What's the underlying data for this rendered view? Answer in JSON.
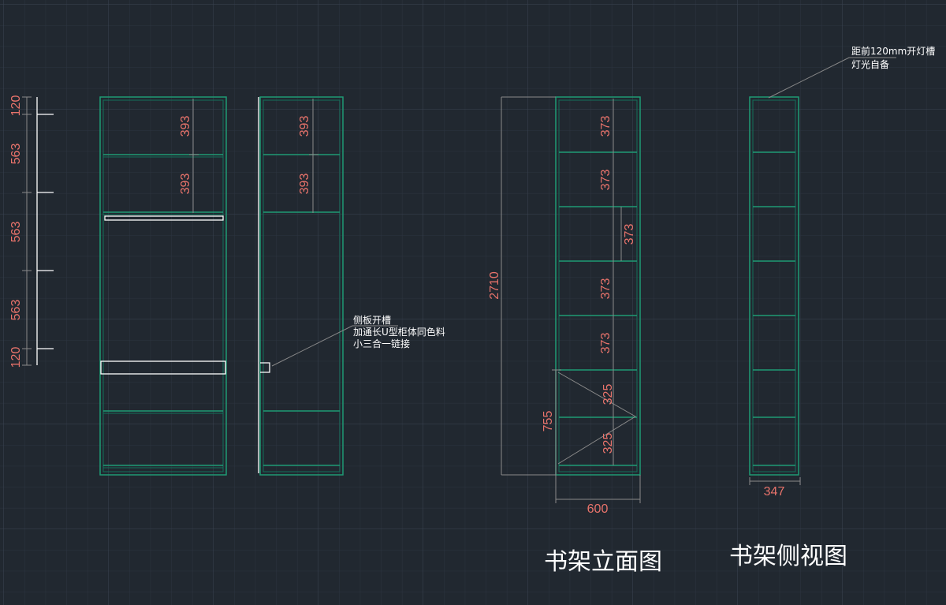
{
  "left_dimensions": [
    "120",
    "563",
    "563",
    "563",
    "120"
  ],
  "wardrobe_front": {
    "shelf_dims": [
      "393",
      "393"
    ]
  },
  "wardrobe_side": {
    "shelf_dims": [
      "393",
      "393"
    ]
  },
  "note_side_slot": [
    "侧板开槽",
    "加通长U型柜体同色料",
    "小三合一链接"
  ],
  "bookshelf_front": {
    "height_dim": "2710",
    "shelf_dims": [
      "373",
      "373",
      "373",
      "373",
      "373"
    ],
    "lower_dim": "755",
    "lower_dims": [
      "325",
      "325"
    ],
    "width_dim": "600",
    "title": "书架立面图"
  },
  "bookshelf_side": {
    "width_dim": "347",
    "note": [
      "距前120mm开灯槽",
      "灯光自备"
    ],
    "title": "书架侧视图"
  },
  "colors": {
    "background": "#212830",
    "cabinet": "#1f9a74",
    "dimension_text": "#e8736b"
  }
}
